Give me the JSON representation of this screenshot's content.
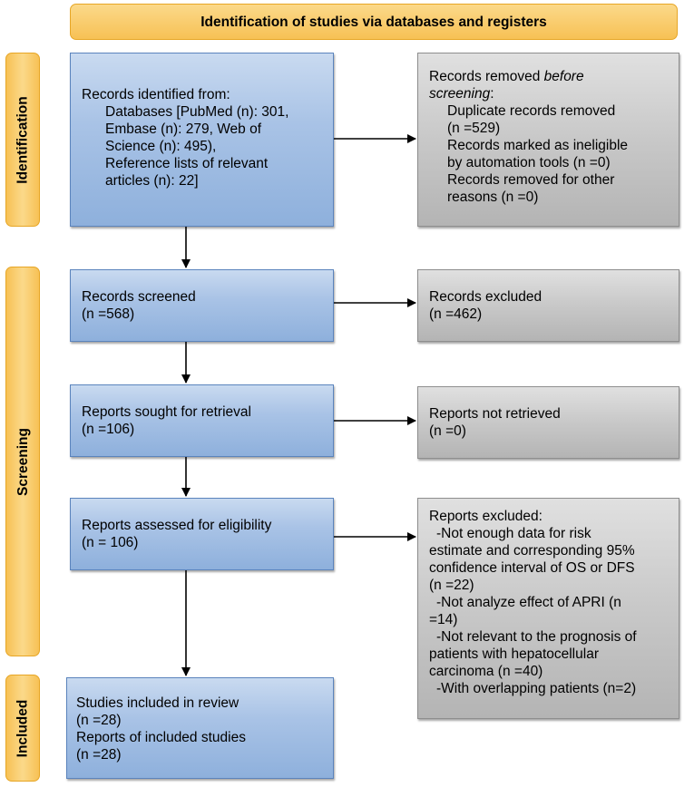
{
  "header": {
    "title": "Identification of studies via databases and registers"
  },
  "stages": {
    "identification": "Identification",
    "screening": "Screening",
    "included": "Included"
  },
  "boxes": {
    "identified": {
      "line1": "Records identified from:",
      "line2": "Databases [PubMed (n): 301,",
      "line3": "Embase (n): 279, Web of",
      "line4": "Science (n): 495),",
      "line5": "Reference lists of relevant",
      "line6": "articles (n): 22]"
    },
    "removed": {
      "line1_a": "Records removed ",
      "line1_b": "before",
      "line2": "screening",
      "line2_colon": ":",
      "line3": "Duplicate records removed",
      "line4": "(n =529)",
      "line5": "Records marked as ineligible",
      "line6": "by automation tools (n =0)",
      "line7": "Records removed for other",
      "line8": "reasons (n =0)"
    },
    "screened": {
      "line1": "Records screened",
      "line2": "(n =568)"
    },
    "excluded": {
      "line1": "Records excluded",
      "line2": "(n =462)"
    },
    "sought": {
      "line1": "Reports sought for retrieval",
      "line2": "(n =106)"
    },
    "not_retrieved": {
      "line1": "Reports not retrieved",
      "line2": "(n =0)"
    },
    "assessed": {
      "line1": "Reports assessed for eligibility",
      "line2": "(n = 106)"
    },
    "reports_excluded": {
      "line1": "Reports excluded:",
      "line2": "-Not enough data for risk",
      "line3": "estimate and corresponding 95%",
      "line4": "confidence interval of OS or DFS",
      "line5": "(n =22)",
      "line6": "-Not analyze effect of APRI (n",
      "line7": "=14)",
      "line8": "-Not relevant to the prognosis of",
      "line9": "patients with hepatocellular",
      "line10": "carcinoma (n =40)",
      "line11": "-With overlapping patients (n=2)"
    },
    "included": {
      "line1": "Studies included in review",
      "line2": "(n =28)",
      "line3": "Reports of included studies",
      "line4": "(n =28)"
    }
  }
}
